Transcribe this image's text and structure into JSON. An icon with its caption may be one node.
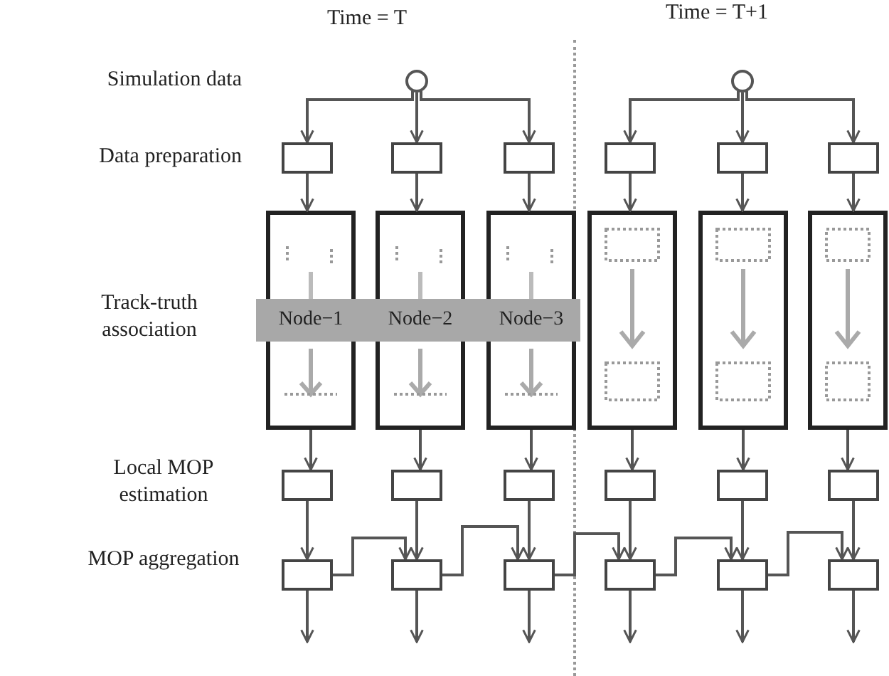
{
  "diagram": {
    "nodes": [
      {
        "text": [],
        "shape": "circle"
      },
      {
        "text": [],
        "shape": "circle"
      },
      {
        "text": [],
        "shape": "box"
      },
      {
        "text": [],
        "shape": "box"
      },
      {
        "text": [],
        "shape": "box"
      },
      {
        "text": [],
        "shape": "box"
      },
      {
        "text": [],
        "shape": "box"
      },
      {
        "text": [],
        "shape": "box"
      },
      {
        "text": [
          "Node−1"
        ]
      },
      {
        "text": [
          "Node−2"
        ]
      },
      {
        "text": [
          "Node−3"
        ]
      },
      {
        "text": [],
        "shape": "box"
      },
      {
        "text": [],
        "shape": "box"
      },
      {
        "text": [],
        "shape": "box"
      },
      {
        "text": [],
        "shape": "box"
      },
      {
        "text": [],
        "shape": "box"
      },
      {
        "text": [],
        "shape": "box"
      },
      {
        "text": [],
        "shape": "box"
      },
      {
        "text": [],
        "shape": "box"
      },
      {
        "text": [],
        "shape": "box"
      },
      {
        "text": [],
        "shape": "box"
      },
      {
        "text": [],
        "shape": "box"
      },
      {
        "text": [],
        "shape": "box"
      },
      {
        "text": [],
        "shape": "box"
      },
      {
        "text": [],
        "shape": "box"
      },
      {
        "text": [],
        "shape": "box"
      }
    ],
    "edges": [
      {
        "from": 0,
        "to": 2,
        "arrow": "to"
      },
      {
        "from": 0,
        "to": 3,
        "arrow": "to"
      },
      {
        "from": 0,
        "to": 4,
        "arrow": "to"
      },
      {
        "from": 1,
        "to": 5,
        "arrow": "to"
      },
      {
        "from": 1,
        "to": 6,
        "arrow": "to"
      },
      {
        "from": 1,
        "to": 7,
        "arrow": "to"
      },
      {
        "from": 2,
        "to": 8,
        "arrow": "to"
      },
      {
        "from": 3,
        "to": 9,
        "arrow": "to"
      },
      {
        "from": 4,
        "to": 10,
        "arrow": "to"
      },
      {
        "from": 5,
        "to": 11,
        "arrow": "to"
      },
      {
        "from": 6,
        "to": 12,
        "arrow": "to"
      },
      {
        "from": 7,
        "to": 13,
        "arrow": "to"
      },
      {
        "from": 8,
        "to": 14,
        "arrow": "to"
      },
      {
        "from": 9,
        "to": 15,
        "arrow": "to"
      },
      {
        "from": 10,
        "to": 16,
        "arrow": "to"
      },
      {
        "from": 11,
        "to": 17,
        "arrow": "to"
      },
      {
        "from": 12,
        "to": 18,
        "arrow": "to"
      },
      {
        "from": 13,
        "to": 19,
        "arrow": "to"
      },
      {
        "from": 14,
        "to": 20,
        "arrow": "to"
      },
      {
        "from": 15,
        "to": 21,
        "arrow": "to"
      },
      {
        "from": 16,
        "to": 22,
        "arrow": "to"
      },
      {
        "from": 17,
        "to": 23,
        "arrow": "to"
      },
      {
        "from": 18,
        "to": 24,
        "arrow": "to"
      },
      {
        "from": 19,
        "to": 25,
        "arrow": "to"
      },
      {
        "from": 20,
        "to": 21,
        "arrow": "to"
      },
      {
        "from": 21,
        "to": 22,
        "arrow": "to"
      },
      {
        "from": 22,
        "to": 23,
        "arrow": "to"
      },
      {
        "from": 23,
        "to": 24,
        "arrow": "to"
      },
      {
        "from": 24,
        "to": 25,
        "arrow": "to"
      },
      {
        "from": 20,
        "to": null,
        "arrow": "to"
      },
      {
        "from": 21,
        "to": null,
        "arrow": "to"
      },
      {
        "from": 22,
        "to": null,
        "arrow": "to"
      },
      {
        "from": 23,
        "to": null,
        "arrow": "to"
      },
      {
        "from": 24,
        "to": null,
        "arrow": "to"
      },
      {
        "from": 25,
        "to": null,
        "arrow": "to"
      }
    ],
    "labels": [
      "Time = T",
      "Time = T+1",
      "Simulation data",
      "Data preparation",
      "Track-truth association",
      "Local MOP estimation",
      "MOP aggregation"
    ]
  }
}
